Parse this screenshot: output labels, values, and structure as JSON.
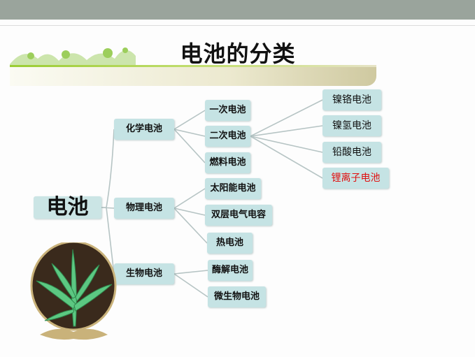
{
  "slide": {
    "title": "电池的分类",
    "accent_color": "#c5e3e4",
    "highlight_color": "#e01010"
  },
  "tree": {
    "root": "电池",
    "level1": [
      "化学电池",
      "物理电池",
      "生物电池"
    ],
    "chemical": [
      "一次电池",
      "二次电池",
      "燃料电池"
    ],
    "secondary": [
      "镍铬电池",
      "镍氢电池",
      "铅酸电池",
      "锂离子电池"
    ],
    "physical": [
      "太阳能电池",
      "双层电气电容",
      "热电池"
    ],
    "biological": [
      "酶解电池",
      "微生物电池"
    ]
  }
}
